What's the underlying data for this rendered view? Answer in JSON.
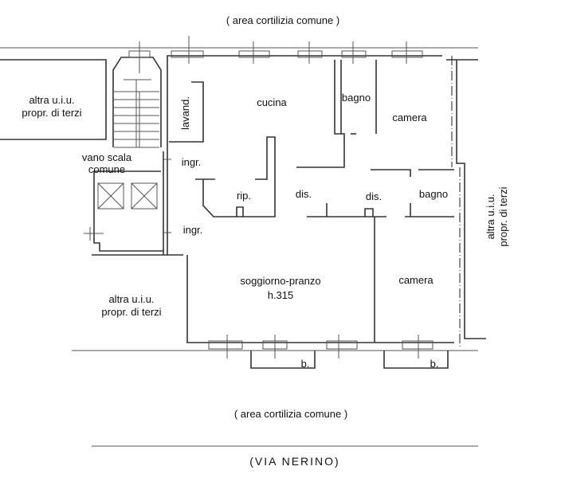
{
  "outside": {
    "courtyard_top": "( area cortilizia comune )",
    "courtyard_bottom": "( area cortilizia comune )",
    "street": "(VIA NERINO)"
  },
  "neighbours": {
    "top_left_l1": "altra u.i.u.",
    "top_left_l2": "propr. di terzi",
    "bottom_left_l1": "altra u.i.u.",
    "bottom_left_l2": "propr. di terzi",
    "right_l1": "altra u.i.u.",
    "right_l2": "propr. di terzi"
  },
  "stair": {
    "l1": "vano scala",
    "l2": "comune"
  },
  "rooms": {
    "lavand": "lavand.",
    "cucina": "cucina",
    "bagno1": "bagno",
    "camera1": "camera",
    "ingr1": "ingr.",
    "ingr2": "ingr.",
    "rip": "rip.",
    "dis1": "dis.",
    "dis2": "dis.",
    "bagno2": "bagno",
    "soggiorno": "soggiorno-pranzo",
    "height": "h.315",
    "camera2": "camera",
    "balcony1": "b.",
    "balcony2": "b."
  }
}
